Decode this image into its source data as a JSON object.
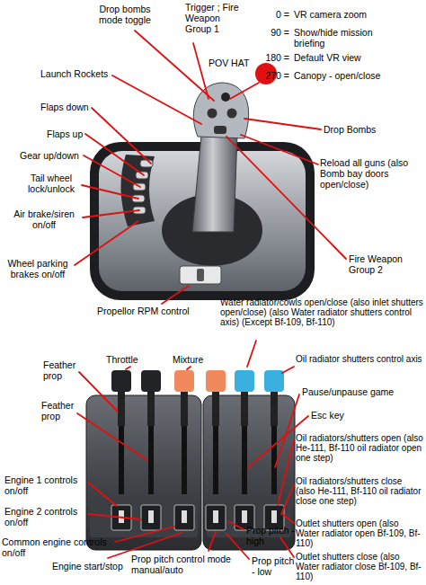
{
  "diagram": {
    "labels": [
      "Drop bombs mode toggle",
      "Trigger ; Fire Weapon Group 1",
      "0 =",
      "VR camera zoom",
      "90 =",
      "Show/hide mission briefing",
      "180 =",
      "Default VR view",
      "270 =",
      "Canopy - open/close",
      "POV HAT",
      "Launch Rockets",
      "Flaps down",
      "Drop Bombs",
      "Flaps up",
      "Gear up/down",
      "Reload all guns (also Bomb bay doors open/close)",
      "Tail wheel lock/unlock",
      "Air brake/siren on/off",
      "Fire Weapon Group 2",
      "Wheel parking brakes on/off",
      "Water radiator/cowls open/close (also inlet shutters open/close) (also Water radiator shutters control axis) (Except Bf-109, Bf-110)",
      "Propellor RPM control",
      "Throttle",
      "Mixture",
      "Oil radiator shutters control axis",
      "Feather prop",
      "Pause/unpause game",
      "Feather prop",
      "Esc key",
      "Oil radiators/shutters open (also He-111, Bf-110 oil radiator open one step)",
      "Engine 1 controls on/off",
      "Oil radiators/shutters close (also He-111, Bf-110 oil radiator close one step)",
      "Engine 2 controls on/off",
      "Outlet shutters open (also Water radiator open Bf-109, Bf-110)",
      "Prop pitch - high",
      "Common engine controls on/off",
      "Outlet shutters close (also Water radiator close Bf-109, Bf-110)",
      "Prop pitch control mode manual/auto",
      "Prop pitch - low",
      "Engine start/stop"
    ]
  }
}
